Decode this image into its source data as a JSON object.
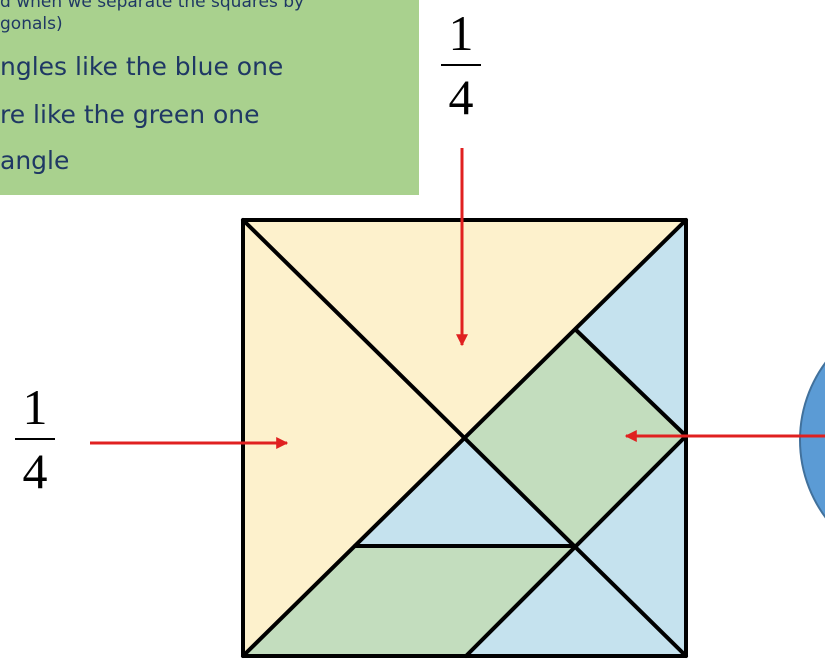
{
  "note": {
    "line1": "d when we separate the squares by",
    "line2": "gonals)",
    "line3": "ngles like the blue one",
    "line4": "re like the green one",
    "line5": "angle"
  },
  "fractions": {
    "top": {
      "numerator": "1",
      "denominator": "4"
    },
    "left": {
      "numerator": "1",
      "denominator": "4"
    }
  },
  "colors": {
    "note_bg": "#a9d18e",
    "note_text": "#1f3864",
    "yellow_piece": "#fdf1cc",
    "blue_piece": "#c5e2ee",
    "green_piece": "#c3ddbe",
    "arrow": "#e02020",
    "circle": "#5b9bd5",
    "outline": "#000000"
  }
}
